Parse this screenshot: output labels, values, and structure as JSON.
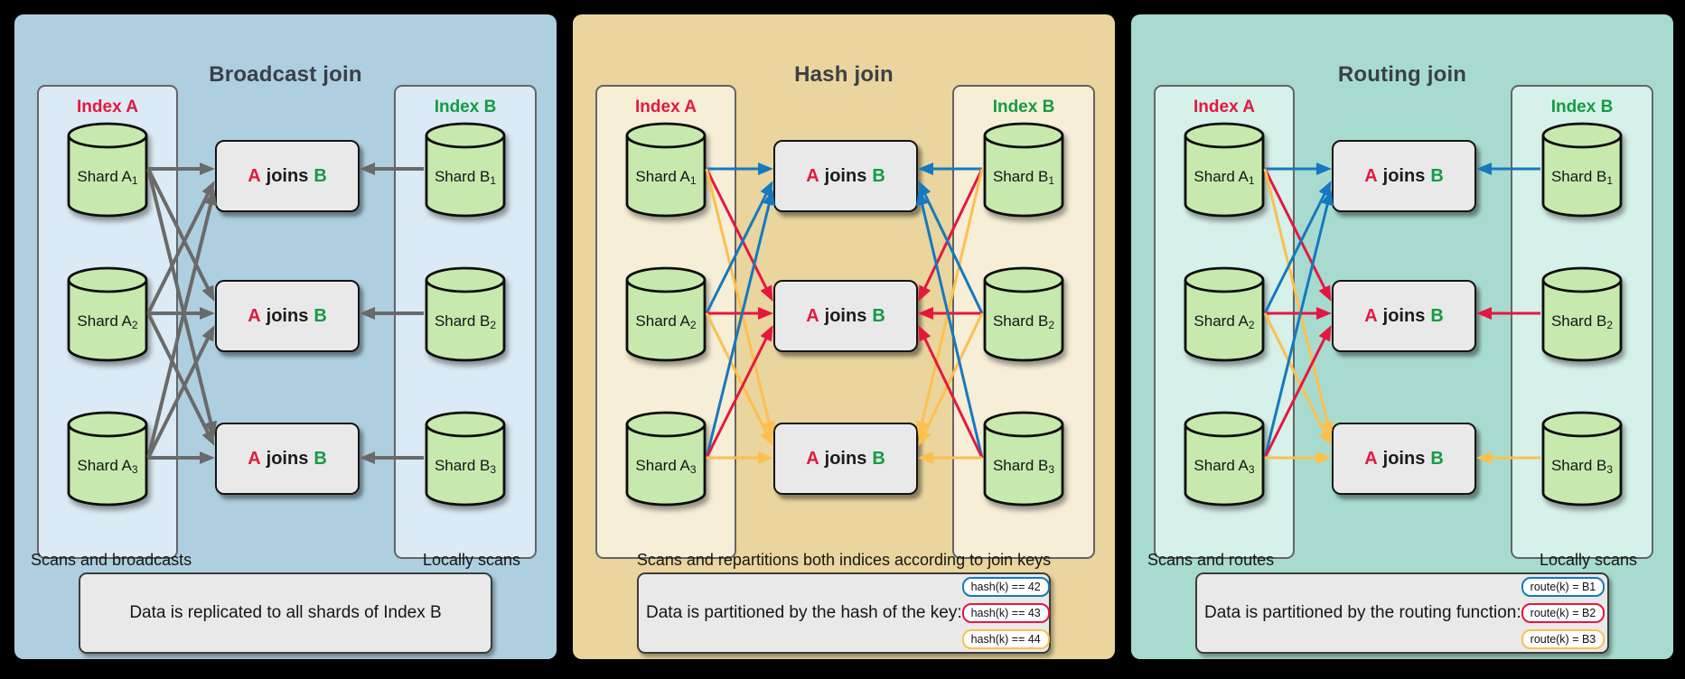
{
  "colors": {
    "gray": "#6a6a6a",
    "blue": "#1579c0",
    "red": "#e5173f",
    "yellow": "#fcc04d",
    "index_a_red": "#e5173f",
    "index_b_green": "#149c43"
  },
  "panels": [
    {
      "title": "Broadcast join",
      "bg": "#aecfe0",
      "index_bg": "#dbeaf4",
      "index_a": {
        "label": "Index A",
        "shards": [
          {
            "base": "Shard A",
            "sub": "1"
          },
          {
            "base": "Shard A",
            "sub": "2"
          },
          {
            "base": "Shard A",
            "sub": "3"
          }
        ]
      },
      "index_b": {
        "label": "Index B",
        "shards": [
          {
            "base": "Shard B",
            "sub": "1"
          },
          {
            "base": "Shard B",
            "sub": "2"
          },
          {
            "base": "Shard B",
            "sub": "3"
          }
        ]
      },
      "join_label": {
        "a": "A",
        "mid": "joins",
        "b": "B"
      },
      "caption_left": "Scans and broadcasts",
      "caption_right": "Locally scans",
      "caption_center": "",
      "note": {
        "text": "Data is replicated to all shards of Index B",
        "pills": []
      },
      "arrows": [
        [
          "a",
          0,
          0,
          "gray"
        ],
        [
          "a",
          0,
          1,
          "gray"
        ],
        [
          "a",
          0,
          2,
          "gray"
        ],
        [
          "a",
          1,
          0,
          "gray"
        ],
        [
          "a",
          1,
          1,
          "gray"
        ],
        [
          "a",
          1,
          2,
          "gray"
        ],
        [
          "a",
          2,
          0,
          "gray"
        ],
        [
          "a",
          2,
          1,
          "gray"
        ],
        [
          "a",
          2,
          2,
          "gray"
        ],
        [
          "b",
          0,
          0,
          "gray"
        ],
        [
          "b",
          1,
          1,
          "gray"
        ],
        [
          "b",
          2,
          2,
          "gray"
        ]
      ]
    },
    {
      "title": "Hash join",
      "bg": "#e9d59d",
      "index_bg": "#f6eed7",
      "index_a": {
        "label": "Index A",
        "shards": [
          {
            "base": "Shard A",
            "sub": "1"
          },
          {
            "base": "Shard A",
            "sub": "2"
          },
          {
            "base": "Shard A",
            "sub": "3"
          }
        ]
      },
      "index_b": {
        "label": "Index B",
        "shards": [
          {
            "base": "Shard B",
            "sub": "1"
          },
          {
            "base": "Shard B",
            "sub": "2"
          },
          {
            "base": "Shard B",
            "sub": "3"
          }
        ]
      },
      "join_label": {
        "a": "A",
        "mid": "joins",
        "b": "B"
      },
      "caption_left": "",
      "caption_right": "",
      "caption_center": "Scans and repartitions both indices according to join keys",
      "note": {
        "text": "Data is partitioned by the hash of the key:",
        "pills": [
          {
            "label": "hash(k) == 42",
            "color": "blue"
          },
          {
            "label": "hash(k) == 43",
            "color": "red"
          },
          {
            "label": "hash(k) == 44",
            "color": "yellow"
          }
        ]
      },
      "arrows": [
        [
          "a",
          0,
          0,
          "blue"
        ],
        [
          "a",
          0,
          1,
          "red"
        ],
        [
          "a",
          0,
          2,
          "yellow"
        ],
        [
          "a",
          1,
          0,
          "blue"
        ],
        [
          "a",
          1,
          1,
          "red"
        ],
        [
          "a",
          1,
          2,
          "yellow"
        ],
        [
          "a",
          2,
          0,
          "blue"
        ],
        [
          "a",
          2,
          1,
          "red"
        ],
        [
          "a",
          2,
          2,
          "yellow"
        ],
        [
          "b",
          0,
          0,
          "blue"
        ],
        [
          "b",
          0,
          1,
          "red"
        ],
        [
          "b",
          0,
          2,
          "yellow"
        ],
        [
          "b",
          1,
          0,
          "blue"
        ],
        [
          "b",
          1,
          1,
          "red"
        ],
        [
          "b",
          1,
          2,
          "yellow"
        ],
        [
          "b",
          2,
          0,
          "blue"
        ],
        [
          "b",
          2,
          1,
          "red"
        ],
        [
          "b",
          2,
          2,
          "yellow"
        ]
      ]
    },
    {
      "title": "Routing join",
      "bg": "#a8dbcf",
      "index_bg": "#d6f1e9",
      "index_a": {
        "label": "Index A",
        "shards": [
          {
            "base": "Shard A",
            "sub": "1"
          },
          {
            "base": "Shard A",
            "sub": "2"
          },
          {
            "base": "Shard A",
            "sub": "3"
          }
        ]
      },
      "index_b": {
        "label": "Index B",
        "shards": [
          {
            "base": "Shard B",
            "sub": "1"
          },
          {
            "base": "Shard B",
            "sub": "2"
          },
          {
            "base": "Shard B",
            "sub": "3"
          }
        ]
      },
      "join_label": {
        "a": "A",
        "mid": "joins",
        "b": "B"
      },
      "caption_left": "Scans and routes",
      "caption_right": "Locally scans",
      "caption_center": "",
      "note": {
        "text": "Data is partitioned by the routing function:",
        "pills": [
          {
            "label": "route(k) = B1",
            "color": "blue"
          },
          {
            "label": "route(k) = B2",
            "color": "red"
          },
          {
            "label": "route(k) = B3",
            "color": "yellow"
          }
        ]
      },
      "arrows": [
        [
          "a",
          0,
          0,
          "blue"
        ],
        [
          "a",
          0,
          1,
          "red"
        ],
        [
          "a",
          0,
          2,
          "yellow"
        ],
        [
          "a",
          1,
          0,
          "blue"
        ],
        [
          "a",
          1,
          1,
          "red"
        ],
        [
          "a",
          1,
          2,
          "yellow"
        ],
        [
          "a",
          2,
          0,
          "blue"
        ],
        [
          "a",
          2,
          1,
          "red"
        ],
        [
          "a",
          2,
          2,
          "yellow"
        ],
        [
          "b",
          0,
          0,
          "blue"
        ],
        [
          "b",
          1,
          1,
          "red"
        ],
        [
          "b",
          2,
          2,
          "yellow"
        ]
      ]
    }
  ]
}
